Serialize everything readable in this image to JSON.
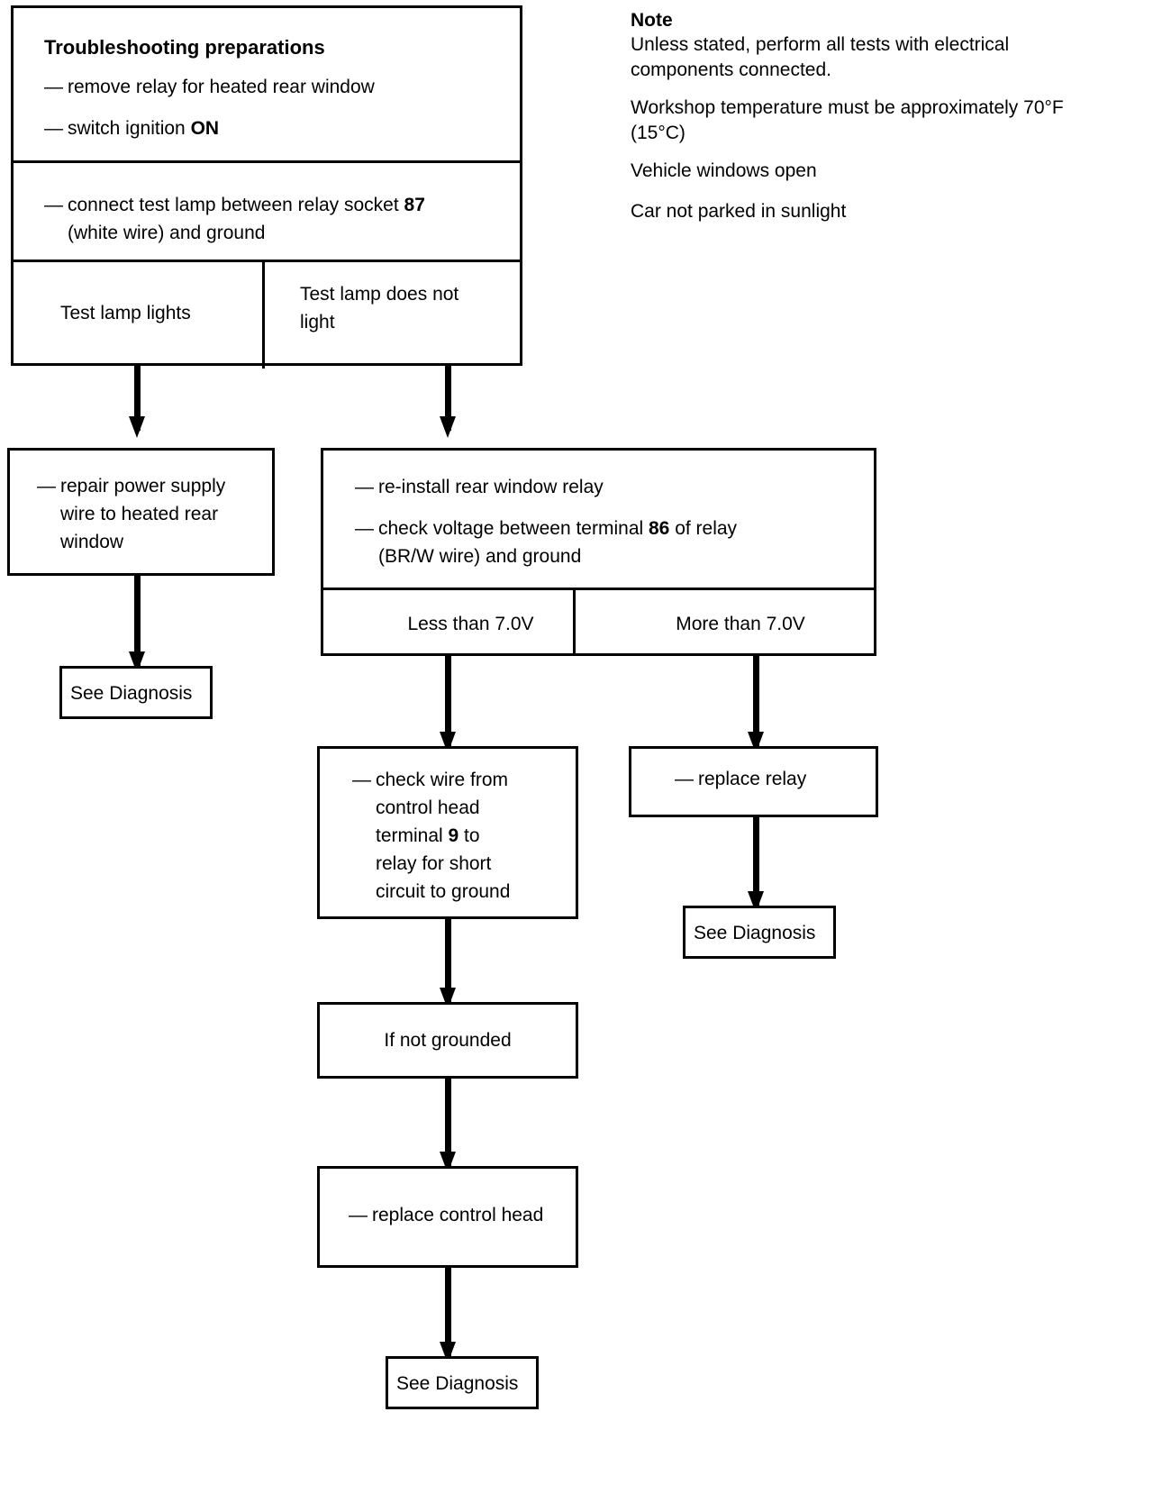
{
  "document": {
    "type": "automotive-troubleshooting-flowchart",
    "subject": "Heated rear window relay circuit test"
  },
  "note": {
    "heading": "Note",
    "paragraphs": [
      "Unless stated, perform all tests with electrical components connected.",
      "Workshop temperature must be approximately 70°F (15°C)",
      "Vehicle windows open",
      "Car not parked in sunlight"
    ]
  },
  "prep": {
    "title": "Troubleshooting preparations",
    "steps": [
      {
        "dash": "—",
        "text": "remove relay for heated rear window"
      },
      {
        "dash": "—",
        "text": "switch ignition ",
        "bold": "ON"
      }
    ]
  },
  "test_lamp_step": {
    "dash": "—",
    "line1": "connect test lamp between relay socket ",
    "bold1": "87",
    "line2": "(white wire) and ground"
  },
  "test_lamp_results": {
    "left": "Test lamp lights",
    "right": "Test lamp does not light"
  },
  "repair_power_supply": {
    "dash": "—",
    "text": "repair power supply wire to heated rear window"
  },
  "see_diagnosis_left": {
    "label": "See Diagnosis"
  },
  "relay_step": {
    "steps": [
      {
        "dash": "—",
        "text": "re-install rear window relay"
      },
      {
        "dash": "—",
        "line1": "check voltage between terminal ",
        "bold": "86",
        "line1b": " of relay",
        "line2": "(BR/W wire) and ground"
      }
    ]
  },
  "voltage_results": {
    "left": "Less than 7.0V",
    "right": "More than 7.0V"
  },
  "check_wire": {
    "dash": "—",
    "line1": "check wire from",
    "line2": "control head",
    "line3a": "terminal ",
    "bold": "9",
    "line3b": " to",
    "line4": "relay for short",
    "line5": "circuit to ground"
  },
  "replace_relay": {
    "dash": "—",
    "text": "replace relay"
  },
  "see_diagnosis_right": {
    "label": "See Diagnosis"
  },
  "if_not_grounded": {
    "label": "If not grounded"
  },
  "replace_control_head": {
    "dash": "—",
    "text": "replace control head"
  },
  "see_diagnosis_bottom": {
    "label": "See Diagnosis"
  },
  "colors": {
    "ink": "#000000",
    "paper": "#ffffff"
  }
}
